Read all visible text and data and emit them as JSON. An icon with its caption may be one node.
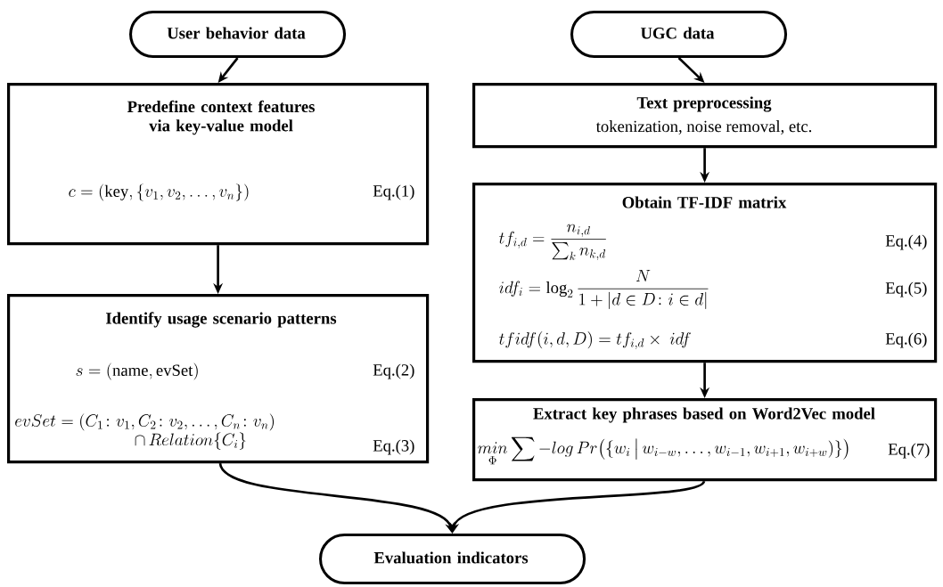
{
  "diagram": {
    "nodes": [
      {
        "text": [
          "User behavior data"
        ]
      },
      {
        "text": [
          "Predefine context features via key-value model",
          "c = (\\mathrm{key}, \\{v_1, v_2, \\ldots, v_n\\})",
          "Eq.(1)"
        ]
      },
      {
        "text": [
          "Identify usage scenario patterns",
          "s = (\\mathrm{name}, \\mathrm{evSet})",
          "Eq.(2)",
          "\\begin{array}{l} evSet = (C_1\\colon v_1, C_2\\colon v_2, \\ldots, C_n\\colon v_n) \\\\ \\hspace{7.2em}\\cap\\, Relation\\{C_i\\} \\end{array}",
          "Eq.(3)"
        ]
      },
      {
        "text": [
          "UGC data"
        ]
      },
      {
        "text": [
          "Text preprocessing",
          "tokenization, noise removal, etc."
        ]
      },
      {
        "text": [
          "Obtain TF-IDF matrix",
          "tf_{i,d} = \\dfrac{n_{i,d}}{\\sum_k n_{k,d}}",
          "Eq.(4)",
          "idf_i = \\log_2 \\dfrac{N}{1 + |d \\in D\\colon i \\in d|}",
          "Eq.(5)",
          "tfidf(i, d, D) = tf_{i,d} \\times\\ idf",
          "Eq.(6)"
        ]
      },
      {
        "text": [
          "Extract key phrases based on Word2Vec model",
          "\\underset{\\Phi}{min} \\displaystyle\\sum - log\\, Pr\\big(\\{w_i \\,\\big|\\, w_{i-w}, \\ldots, w_{i-1}, w_{i+1}, w_{i+w})\\}\\big)",
          "Eq.(7)"
        ]
      },
      {
        "text": [
          "Evaluation indicators"
        ]
      }
    ],
    "edges": [
      {
        "from": 0,
        "to": 1,
        "arrow": "to"
      },
      {
        "from": 1,
        "to": 2,
        "arrow": "to"
      },
      {
        "from": 3,
        "to": 4,
        "arrow": "to"
      },
      {
        "from": 4,
        "to": 5,
        "arrow": "to"
      },
      {
        "from": 5,
        "to": 6,
        "arrow": "to"
      },
      {
        "from": 2,
        "to": 7,
        "arrow": "to"
      },
      {
        "from": 6,
        "to": 7,
        "arrow": "to"
      }
    ]
  }
}
